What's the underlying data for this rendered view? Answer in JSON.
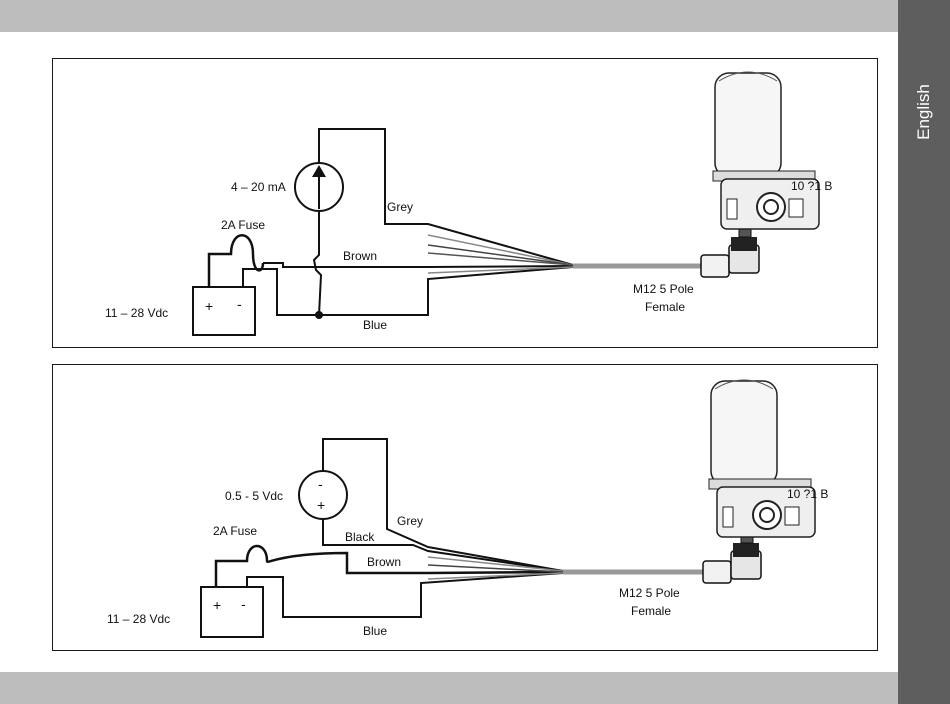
{
  "side_tab": {
    "label": "English"
  },
  "diagram_1": {
    "source_label": "4 – 20 mA",
    "fuse_label": "2A Fuse",
    "supply_label": "11 – 28 Vdc",
    "supply_plus": "+",
    "supply_minus": "-",
    "wire_grey": "Grey",
    "wire_brown": "Brown",
    "wire_blue": "Blue",
    "connector_label_1": "M12 5 Pole",
    "connector_label_2": "Female",
    "sensor_print": "10 ?1 B"
  },
  "diagram_2": {
    "source_label": "0.5 - 5 Vdc",
    "source_minus": "-",
    "source_plus": "+",
    "fuse_label": "2A Fuse",
    "supply_label": "11 – 28 Vdc",
    "supply_plus": "+",
    "supply_minus": "-",
    "wire_grey": "Grey",
    "wire_black": "Black",
    "wire_brown": "Brown",
    "wire_blue": "Blue",
    "connector_label_1": "M12 5 Pole",
    "connector_label_2": "Female",
    "sensor_print": "10 ?1 B"
  },
  "colors": {
    "bar_grey": "#bdbdbd",
    "side_tab": "#5e5e5e",
    "wire": "#111111",
    "bundle_grey": "#8a8a8a"
  }
}
